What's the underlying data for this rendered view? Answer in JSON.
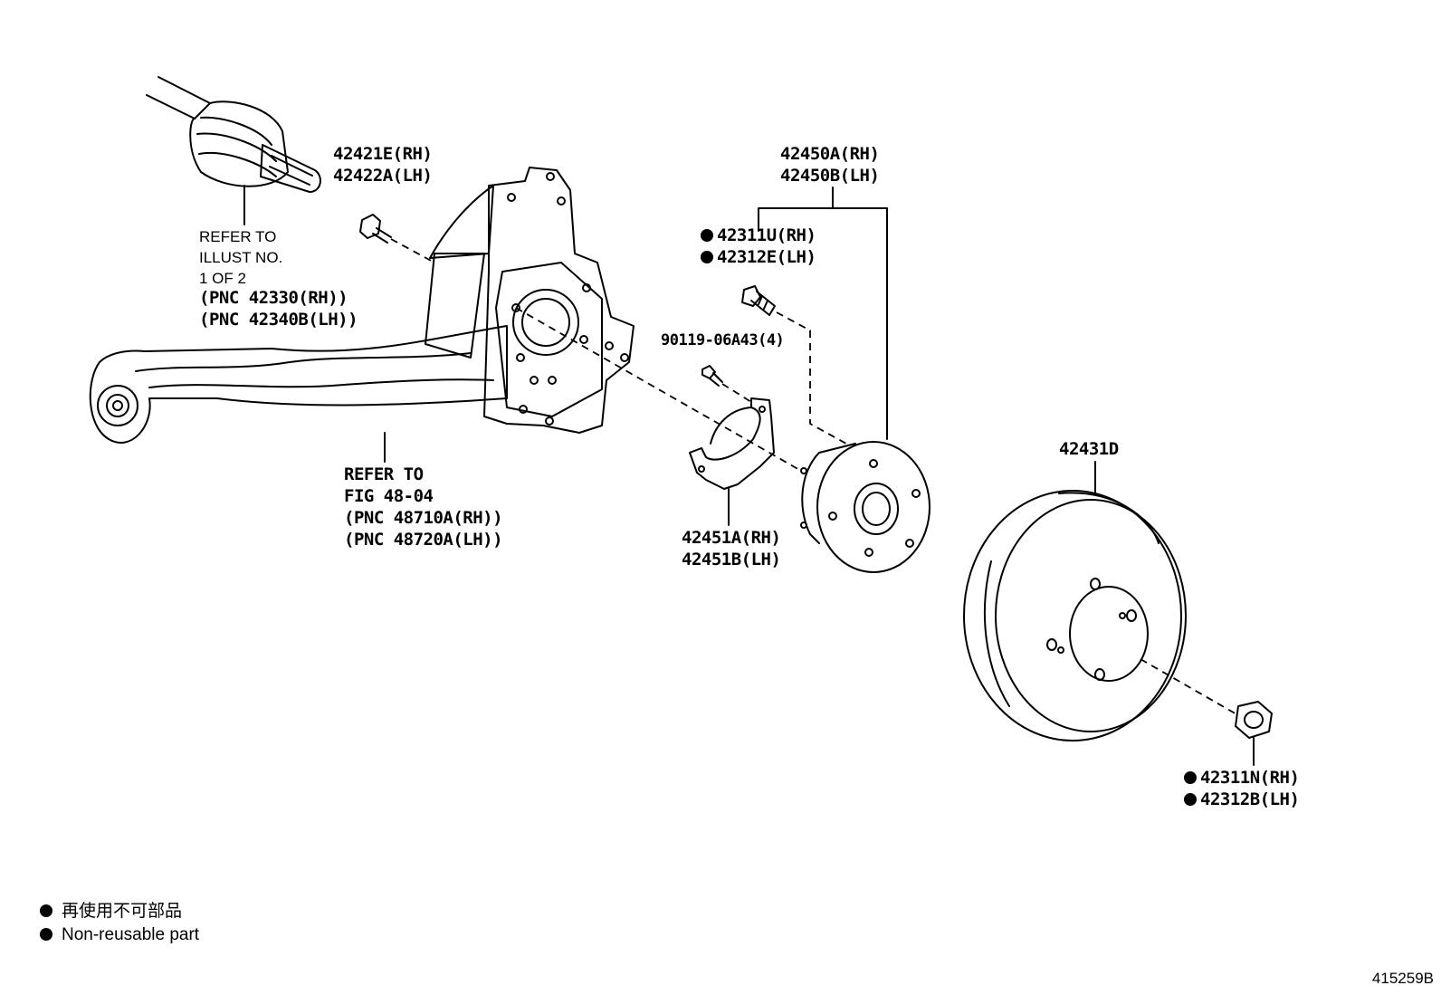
{
  "labels": {
    "drive_shaft_ref": [
      "REFER TO",
      "ILLUST NO.",
      "1 OF 2",
      "(PNC 42330(RH))",
      "(PNC 42340B(LH))"
    ],
    "arm_ref": [
      "REFER TO",
      "FIG 48-04",
      "(PNC 48710A(RH))",
      "(PNC 48720A(LH))"
    ],
    "bolt_small": [
      "42421E(RH)",
      "42422A(LH)"
    ],
    "hub_assembly": [
      "42450A(RH)",
      "42450B(LH)"
    ],
    "hub_bolt": [
      "42311U(RH)",
      "42312E(LH)"
    ],
    "screw": "90119-06A43(4)",
    "dust_cover": [
      "42451A(RH)",
      "42451B(LH)"
    ],
    "brake_drum": "42431D",
    "nut": [
      "42311N(RH)",
      "42312B(LH)"
    ]
  },
  "legend": {
    "item_jp": "再使用不可部品",
    "item_en": "Non-reusable part"
  },
  "figure_number": "415259B"
}
